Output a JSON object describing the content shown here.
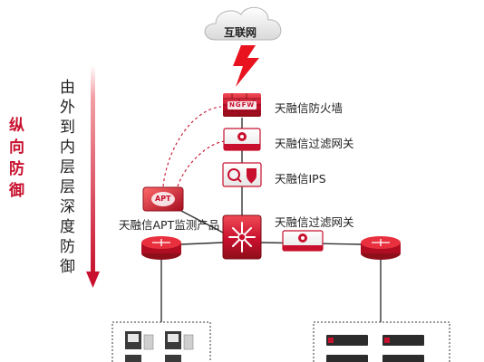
{
  "internet": {
    "label": "互联网"
  },
  "left_axis": {
    "direction_chars": [
      "由",
      "外",
      "到",
      "内",
      "层",
      "层",
      "深",
      "度",
      "防",
      "御"
    ],
    "title_chars": [
      "纵",
      "向",
      "防",
      "御"
    ]
  },
  "devices": {
    "firewall": {
      "label": "天融信防火墙",
      "badge": "NGFW"
    },
    "filter_gateway_top": {
      "label": "天融信过滤网关"
    },
    "ips": {
      "label": "天融信IPS"
    },
    "apt": {
      "label": "天融信APT监测产品",
      "badge": "APT"
    },
    "filter_gateway_right": {
      "label": "天融信过滤网关"
    }
  },
  "colors": {
    "accent": "#c8102e",
    "dark_red": "#8e0e1a",
    "text": "#222222"
  },
  "icons": [
    "cloud-icon",
    "lightning-icon",
    "arrow-down-icon",
    "router-icon",
    "server-icon"
  ]
}
